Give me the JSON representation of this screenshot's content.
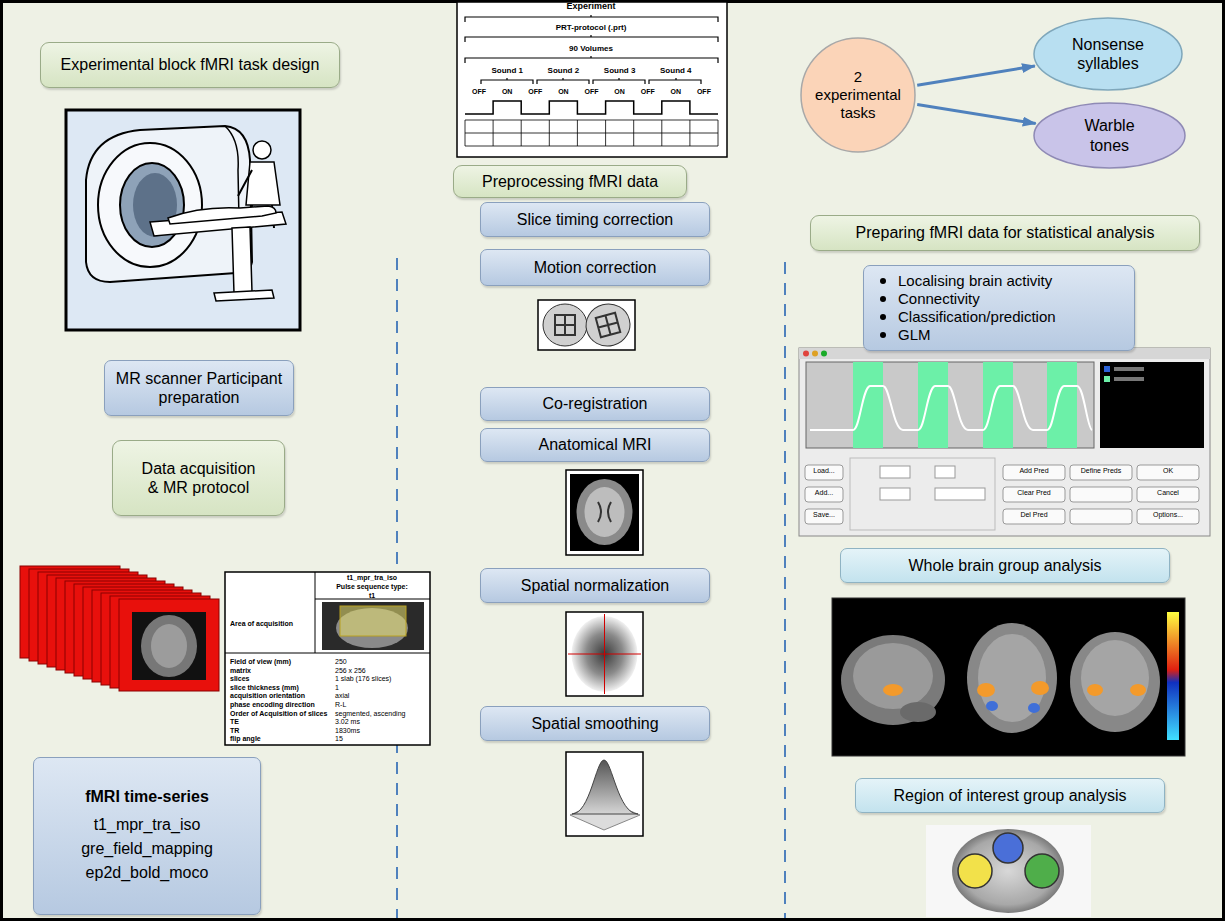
{
  "diagram": {
    "nodes": [
      {
        "text": [
          "Experimental block fMRI task design"
        ]
      },
      {
        "text": [
          "MR scanner Participant preparation"
        ]
      },
      {
        "text": [
          "Data acquisition & MR protocol"
        ]
      },
      {
        "text": [
          "fMRI time-series",
          "t1_mpr_tra_iso",
          "gre_field_mapping",
          "ep2d_bold_moco"
        ]
      },
      {
        "text": [
          "Preprocessing fMRI data"
        ]
      },
      {
        "text": [
          "Slice timing correction"
        ]
      },
      {
        "text": [
          "Motion correction"
        ]
      },
      {
        "text": [
          "Co-registration"
        ]
      },
      {
        "text": [
          "Anatomical MRI"
        ]
      },
      {
        "text": [
          "Spatial normalization"
        ]
      },
      {
        "text": [
          "Spatial smoothing"
        ]
      },
      {
        "text": [
          "2 experimental tasks"
        ]
      },
      {
        "text": [
          "Nonsense syllables"
        ]
      },
      {
        "text": [
          "Warble tones"
        ]
      },
      {
        "text": [
          "Preparing fMRI data for statistical analysis"
        ]
      },
      {
        "text": [
          "Localising brain activity",
          "Connectivity",
          "Classification/prediction",
          "GLM"
        ]
      },
      {
        "text": [
          "Whole brain group analysis"
        ]
      },
      {
        "text": [
          "Region of interest group analysis"
        ]
      }
    ],
    "edges": [
      {
        "from": 11,
        "to": 12,
        "arrow": "to"
      },
      {
        "from": 11,
        "to": 13,
        "arrow": "to"
      }
    ],
    "labels": [
      "Experiment",
      "PRT-protocol (.prt)",
      "90 Volumes",
      "Sound 1",
      "Sound 2",
      "Sound 3",
      "Sound 4",
      "OFF",
      "ON",
      "OFF",
      "ON",
      "OFF",
      "ON",
      "OFF",
      "ON",
      "OFF",
      "t1_mpr_tra_iso",
      "Pulse sequence type:",
      "t1",
      "Area of acquisition",
      "Field of view (mm)",
      "250",
      "matrix",
      "256 x 256",
      "slices",
      "1 slab (176 slices)",
      "slice thickness (mm)",
      "1",
      "acquisition orientation",
      "axial",
      "phase encoding direction",
      "R-L",
      "Order of Acquisition of slices",
      "segmented, ascending",
      "TE",
      "3.02 ms",
      "TR",
      "1830ms",
      "flip angle",
      "15",
      "Load...",
      "Add...",
      "Save...",
      "Add Pred",
      "Define Preds",
      "OK",
      "Clear Pred",
      "Cancel",
      "Del Pred",
      "Options..."
    ]
  }
}
